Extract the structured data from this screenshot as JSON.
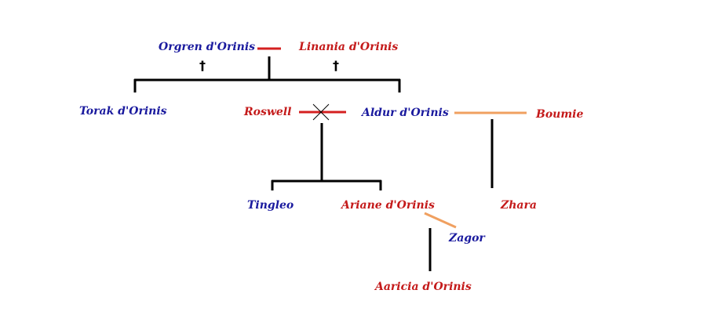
{
  "people": {
    "orgren": "Orgren d'Orinis",
    "linania": "Linania d'Orinis",
    "torak": "Torak d'Orinis",
    "roswell": "Roswell",
    "aldur": "Aldur d'Orinis",
    "boumie": "Boumie",
    "tingleo": "Tingleo",
    "ariane": "Ariane d'Orinis",
    "zhara": "Zhara",
    "zagor": "Zagor",
    "aaricia": "Aaricia d'Orinis"
  },
  "symbols": {
    "deceased": "†"
  },
  "colors": {
    "male": "#1a1a9e",
    "female": "#c41a1a",
    "descent_line": "#000000",
    "marriage_line": "#d42020",
    "partner_line": "#f0a060"
  }
}
